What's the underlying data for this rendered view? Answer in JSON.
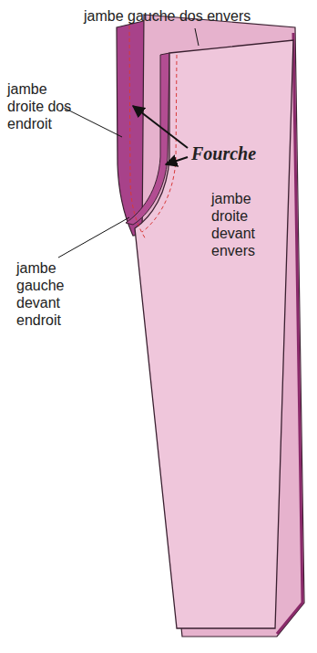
{
  "diagram": {
    "labels": [
      "jambe gauche dos envers",
      "jambe droite dos endroit",
      "Fourche",
      "jambe droite devant envers",
      "jambe gauche devant endroit"
    ]
  }
}
